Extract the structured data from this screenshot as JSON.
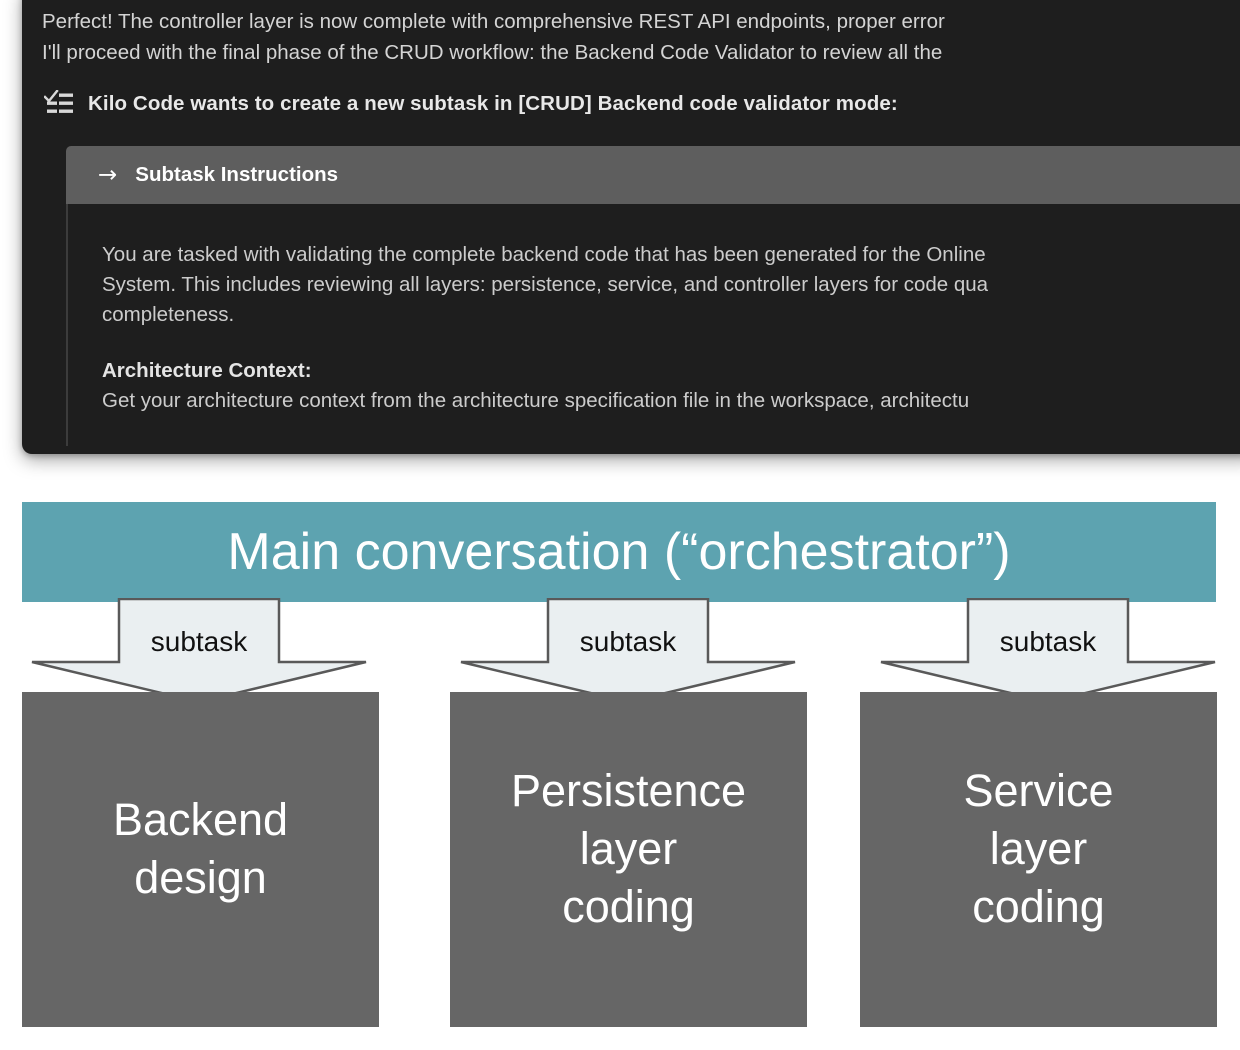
{
  "chat": {
    "assistant_lines": [
      "Perfect! The controller layer is now complete with comprehensive REST API endpoints, proper error",
      "I'll proceed with the final phase of the CRUD workflow: the Backend Code Validator to review all the"
    ],
    "task_icon": "checklist-icon",
    "ask_title": "Kilo Code wants to create a new subtask in [CRUD] Backend code validator mode:",
    "subtask_card": {
      "arrow_glyph": "→",
      "header": "Subtask Instructions",
      "paragraph_1": "You are tasked with validating the complete backend code that has been generated for the Online\nSystem. This includes reviewing all layers: persistence, service, and controller layers for code qua\ncompleteness.",
      "paragraph_1_lines": [
        "You are tasked with validating the complete backend code that has been generated for the Online",
        "System. This includes reviewing all layers: persistence, service, and controller layers for code qua",
        "completeness."
      ],
      "heading_2": "Architecture Context:",
      "paragraph_2": "Get your architecture context from the architecture specification file in the workspace, architectu"
    }
  },
  "diagram": {
    "orchestrator_label": "Main conversation (“orchestrator”)",
    "orchestrator_color": "#5da3b0",
    "box_color": "#666666",
    "arrow_fill": "#eaeff1",
    "arrow_stroke": "#595959",
    "arrows": [
      {
        "label": "subtask"
      },
      {
        "label": "subtask"
      },
      {
        "label": "subtask"
      }
    ],
    "boxes": [
      {
        "label": "Backend\ndesign"
      },
      {
        "label": "Persistence\nlayer\ncoding"
      },
      {
        "label": "Service\nlayer\ncoding"
      }
    ]
  }
}
